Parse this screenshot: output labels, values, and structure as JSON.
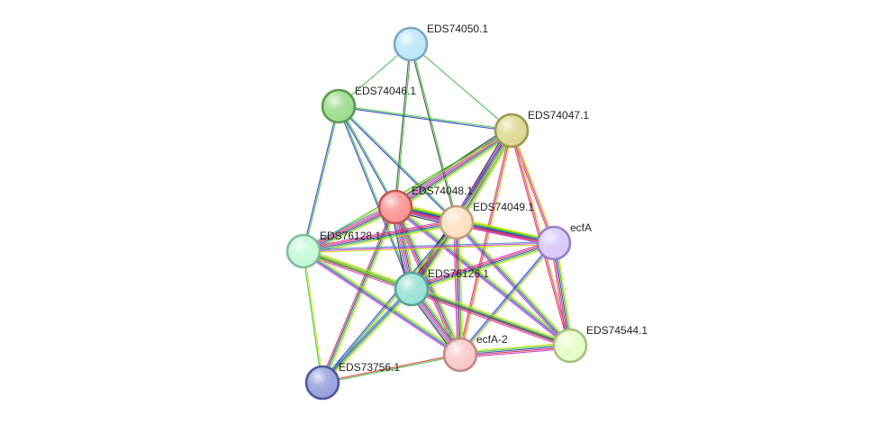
{
  "network": {
    "nodes": [
      {
        "id": "EDS74050.1",
        "label": "EDS74050.1",
        "color": "#bde6f8",
        "stroke": "#7aa8c4"
      },
      {
        "id": "EDS74046.1",
        "label": "EDS74046.1",
        "color": "#9bdc8c",
        "stroke": "#5c9a50"
      },
      {
        "id": "EDS74047.1",
        "label": "EDS74047.1",
        "color": "#dcd890",
        "stroke": "#9c9850"
      },
      {
        "id": "EDS74048.1",
        "label": "EDS74048.1",
        "color": "#fb9494",
        "stroke": "#c05454"
      },
      {
        "id": "EDS74049.1",
        "label": "EDS74049.1",
        "color": "#fde0c0",
        "stroke": "#c0a080"
      },
      {
        "id": "ecfA",
        "label": "ecfA",
        "color": "#d8c8f8",
        "stroke": "#9880c0"
      },
      {
        "id": "EDS76128.1",
        "label": "EDS76128.1",
        "color": "#c4f8d8",
        "stroke": "#80bc98"
      },
      {
        "id": "EDS76126.1",
        "label": "EDS76126.1",
        "color": "#98e0d4",
        "stroke": "#58a498"
      },
      {
        "id": "EDS74544.1",
        "label": "EDS74544.1",
        "color": "#e4fcc4",
        "stroke": "#a4c084"
      },
      {
        "id": "ecfA-2",
        "label": "ecfA-2",
        "color": "#f8c8c8",
        "stroke": "#c08888"
      },
      {
        "id": "EDS73756.1",
        "label": "EDS73756.1",
        "color": "#98a0dc",
        "stroke": "#50589c"
      }
    ],
    "edges": [
      {
        "source": "EDS74050.1",
        "target": "EDS74046.1",
        "colors": [
          "#33bb33"
        ]
      },
      {
        "source": "EDS74050.1",
        "target": "EDS74047.1",
        "colors": [
          "#33bb33"
        ]
      },
      {
        "source": "EDS74050.1",
        "target": "EDS74048.1",
        "colors": [
          "#33bb33",
          "#444444"
        ]
      },
      {
        "source": "EDS74050.1",
        "target": "EDS74049.1",
        "colors": [
          "#33bb33",
          "#444444"
        ]
      },
      {
        "source": "EDS74046.1",
        "target": "EDS74047.1",
        "colors": [
          "#33bb33",
          "#2233cc"
        ]
      },
      {
        "source": "EDS74046.1",
        "target": "EDS74048.1",
        "colors": [
          "#33bb33",
          "#2233cc"
        ]
      },
      {
        "source": "EDS74046.1",
        "target": "EDS74049.1",
        "colors": [
          "#33bb33",
          "#2233cc"
        ]
      },
      {
        "source": "EDS74046.1",
        "target": "EDS76128.1",
        "colors": [
          "#33bb33",
          "#2233cc"
        ]
      },
      {
        "source": "EDS74046.1",
        "target": "EDS76126.1",
        "colors": [
          "#33bb33",
          "#2233cc"
        ]
      },
      {
        "source": "EDS74047.1",
        "target": "EDS74048.1",
        "colors": [
          "#c8e000",
          "#33bb33",
          "#2233cc",
          "#e03333",
          "#cc33cc",
          "#4488cc",
          "#222222"
        ]
      },
      {
        "source": "EDS74047.1",
        "target": "EDS74049.1",
        "colors": [
          "#c8e000",
          "#33bb33",
          "#2233cc",
          "#e03333",
          "#cc33cc",
          "#4488cc",
          "#222222"
        ]
      },
      {
        "source": "EDS74047.1",
        "target": "ecfA",
        "colors": [
          "#c8e000",
          "#cc33cc",
          "#e03333"
        ]
      },
      {
        "source": "EDS74047.1",
        "target": "EDS76128.1",
        "colors": [
          "#c8e000",
          "#33bb33"
        ]
      },
      {
        "source": "EDS74047.1",
        "target": "EDS76126.1",
        "colors": [
          "#c8e000",
          "#33bb33",
          "#2233cc",
          "#cc33cc"
        ]
      },
      {
        "source": "EDS74047.1",
        "target": "ecfA-2",
        "colors": [
          "#c8e000",
          "#cc33cc",
          "#e03333"
        ]
      },
      {
        "source": "EDS74047.1",
        "target": "EDS74544.1",
        "colors": [
          "#c8e000",
          "#cc33cc",
          "#e03333"
        ]
      },
      {
        "source": "EDS74048.1",
        "target": "EDS74049.1",
        "colors": [
          "#c8e000",
          "#33bb33",
          "#2233cc",
          "#e03333",
          "#cc33cc",
          "#4488cc",
          "#222222"
        ]
      },
      {
        "source": "EDS74048.1",
        "target": "ecfA",
        "colors": [
          "#c8e000",
          "#33bb33",
          "#2233cc",
          "#e03333",
          "#cc33cc"
        ]
      },
      {
        "source": "EDS74048.1",
        "target": "EDS76128.1",
        "colors": [
          "#c8e000",
          "#33bb33",
          "#2233cc",
          "#e03333",
          "#cc33cc",
          "#4488cc"
        ]
      },
      {
        "source": "EDS74048.1",
        "target": "EDS76126.1",
        "colors": [
          "#c8e000",
          "#33bb33",
          "#2233cc",
          "#e03333",
          "#cc33cc",
          "#4488cc",
          "#222222"
        ]
      },
      {
        "source": "EDS74048.1",
        "target": "ecfA-2",
        "colors": [
          "#c8e000",
          "#33bb33",
          "#2233cc",
          "#e03333",
          "#cc33cc"
        ]
      },
      {
        "source": "EDS74048.1",
        "target": "EDS74544.1",
        "colors": [
          "#c8e000",
          "#33bb33",
          "#2233cc",
          "#cc33cc"
        ]
      },
      {
        "source": "EDS74048.1",
        "target": "EDS73756.1",
        "colors": [
          "#c8e000",
          "#33bb33",
          "#2233cc",
          "#e03333"
        ]
      },
      {
        "source": "EDS74049.1",
        "target": "ecfA",
        "colors": [
          "#c8e000",
          "#33bb33",
          "#2233cc",
          "#e03333",
          "#cc33cc"
        ]
      },
      {
        "source": "EDS74049.1",
        "target": "EDS76128.1",
        "colors": [
          "#c8e000",
          "#33bb33",
          "#2233cc",
          "#e03333",
          "#cc33cc"
        ]
      },
      {
        "source": "EDS74049.1",
        "target": "EDS76126.1",
        "colors": [
          "#c8e000",
          "#33bb33",
          "#2233cc",
          "#e03333",
          "#cc33cc",
          "#222222"
        ]
      },
      {
        "source": "EDS74049.1",
        "target": "ecfA-2",
        "colors": [
          "#c8e000",
          "#33bb33",
          "#2233cc",
          "#e03333",
          "#cc33cc"
        ]
      },
      {
        "source": "EDS74049.1",
        "target": "EDS74544.1",
        "colors": [
          "#c8e000",
          "#33bb33",
          "#2233cc",
          "#cc33cc"
        ]
      },
      {
        "source": "EDS74049.1",
        "target": "EDS73756.1",
        "colors": [
          "#c8e000",
          "#33bb33",
          "#2233cc"
        ]
      },
      {
        "source": "ecfA",
        "target": "EDS76128.1",
        "colors": [
          "#c8e000",
          "#cc33cc",
          "#4488cc"
        ]
      },
      {
        "source": "ecfA",
        "target": "EDS76126.1",
        "colors": [
          "#c8e000",
          "#33bb33",
          "#2233cc",
          "#e03333",
          "#cc33cc"
        ]
      },
      {
        "source": "ecfA",
        "target": "ecfA-2",
        "colors": [
          "#c8e000",
          "#4488cc",
          "#2233cc"
        ]
      },
      {
        "source": "ecfA",
        "target": "EDS74544.1",
        "colors": [
          "#c8e000",
          "#33bb33",
          "#2233cc",
          "#e03333",
          "#cc33cc"
        ]
      },
      {
        "source": "EDS76128.1",
        "target": "EDS76126.1",
        "colors": [
          "#c8e000",
          "#33bb33",
          "#2233cc",
          "#e03333",
          "#cc33cc"
        ]
      },
      {
        "source": "EDS76128.1",
        "target": "ecfA-2",
        "colors": [
          "#c8e000",
          "#33bb33",
          "#2233cc",
          "#cc33cc"
        ]
      },
      {
        "source": "EDS76128.1",
        "target": "EDS74544.1",
        "colors": [
          "#c8e000",
          "#33bb33"
        ]
      },
      {
        "source": "EDS76128.1",
        "target": "EDS73756.1",
        "colors": [
          "#c8e000",
          "#33bb33"
        ]
      },
      {
        "source": "EDS76126.1",
        "target": "ecfA-2",
        "colors": [
          "#c8e000",
          "#33bb33",
          "#2233cc",
          "#e03333",
          "#cc33cc",
          "#4488cc",
          "#222222"
        ]
      },
      {
        "source": "EDS76126.1",
        "target": "EDS74544.1",
        "colors": [
          "#c8e000",
          "#33bb33",
          "#2233cc",
          "#e03333",
          "#cc33cc"
        ]
      },
      {
        "source": "EDS76126.1",
        "target": "EDS73756.1",
        "colors": [
          "#c8e000",
          "#33bb33",
          "#2233cc",
          "#4488cc"
        ]
      },
      {
        "source": "ecfA-2",
        "target": "EDS74544.1",
        "colors": [
          "#c8e000",
          "#33bb33",
          "#2233cc",
          "#e03333",
          "#cc33cc"
        ]
      },
      {
        "source": "ecfA-2",
        "target": "EDS73756.1",
        "colors": [
          "#33bb33",
          "#e03333"
        ]
      }
    ]
  }
}
